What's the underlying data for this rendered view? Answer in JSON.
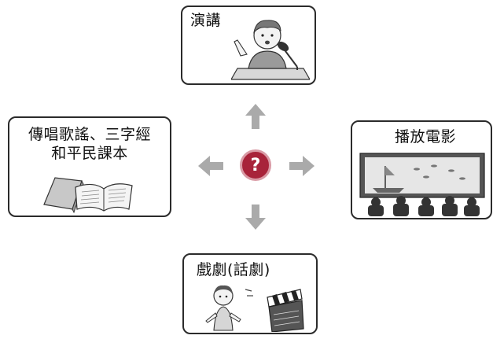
{
  "center": {
    "symbol": "?"
  },
  "top_box": {
    "label": "演講"
  },
  "left_box": {
    "line1": "傳唱歌謠、三字經",
    "line2": "和平民課本"
  },
  "right_box": {
    "label": "播放電影"
  },
  "bottom_box": {
    "label": "戲劇(話劇)"
  },
  "colors": {
    "accent": "#a8233a",
    "arrow": "#aaaaaa",
    "border": "#2b2b2b"
  }
}
